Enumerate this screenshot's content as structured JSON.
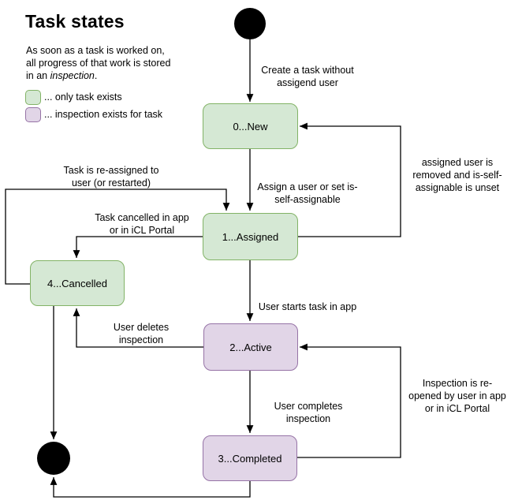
{
  "title": "Task states",
  "description": {
    "line1": "As soon as a task is worked on,",
    "line2": "all progress of that work is stored",
    "line3_prefix": "in an ",
    "line3_italic": "inspection",
    "line3_suffix": "."
  },
  "legend": {
    "task": {
      "label": "... only task exists",
      "fill": "#d5e8d4",
      "stroke": "#82b366"
    },
    "inspection": {
      "label": "... inspection exists for task",
      "fill": "#e1d5e7",
      "stroke": "#9673a6"
    }
  },
  "states": {
    "new": "0...New",
    "assigned": "1...Assigned",
    "active": "2...Active",
    "completed": "3...Completed",
    "cancelled": "4...Cancelled"
  },
  "transitions": {
    "create": "Create a task without\nassigend user",
    "assign": "Assign a user or set is-\nself-assignable",
    "unassign": "assigned user is\nremoved and is-self-\nassignable is unset",
    "reassign": "Task is re-assigned to\nuser (or restarted)",
    "cancel": "Task cancelled in app\nor in iCL Portal",
    "start": "User starts task in app",
    "delete": "User deletes\ninspection",
    "complete": "User completes\ninspection",
    "reopen": "Inspection is re-\nopened by user in app\nor in iCL Portal"
  },
  "colors": {
    "line": "#000000",
    "task_fill": "#d5e8d4",
    "task_stroke": "#82b366",
    "inspection_fill": "#e1d5e7",
    "inspection_stroke": "#9673a6"
  }
}
